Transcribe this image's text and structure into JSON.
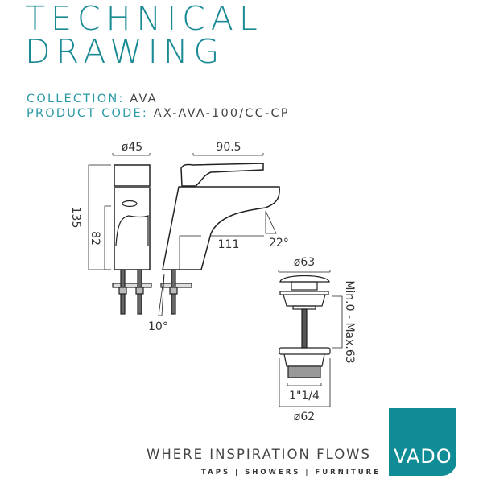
{
  "header": {
    "title_line1": "TECHNICAL",
    "title_line2": "DRAWING",
    "collection_label": "COLLECTION:",
    "collection_value": "AVA",
    "product_code_label": "PRODUCT CODE:",
    "product_code_value": "AX-AVA-100/CC-CP"
  },
  "drawing": {
    "front_width": "ø45",
    "total_height": "135",
    "spout_height": "82",
    "lever_length": "90.5",
    "spout_reach": "111",
    "spout_angle": "22°",
    "body_angle": "10°",
    "waste_top": "ø63",
    "waste_range": "Min.0 - Max.63",
    "waste_thread": "1\"1/4",
    "waste_base": "ø62"
  },
  "footer": {
    "slogan": "WHERE INSPIRATION FLOWS",
    "tagline": "TAPS | SHOWERS | FURNITURE",
    "logo": "VADO"
  },
  "colors": {
    "brand": "#0f8c96",
    "title": "#1a8a95"
  }
}
